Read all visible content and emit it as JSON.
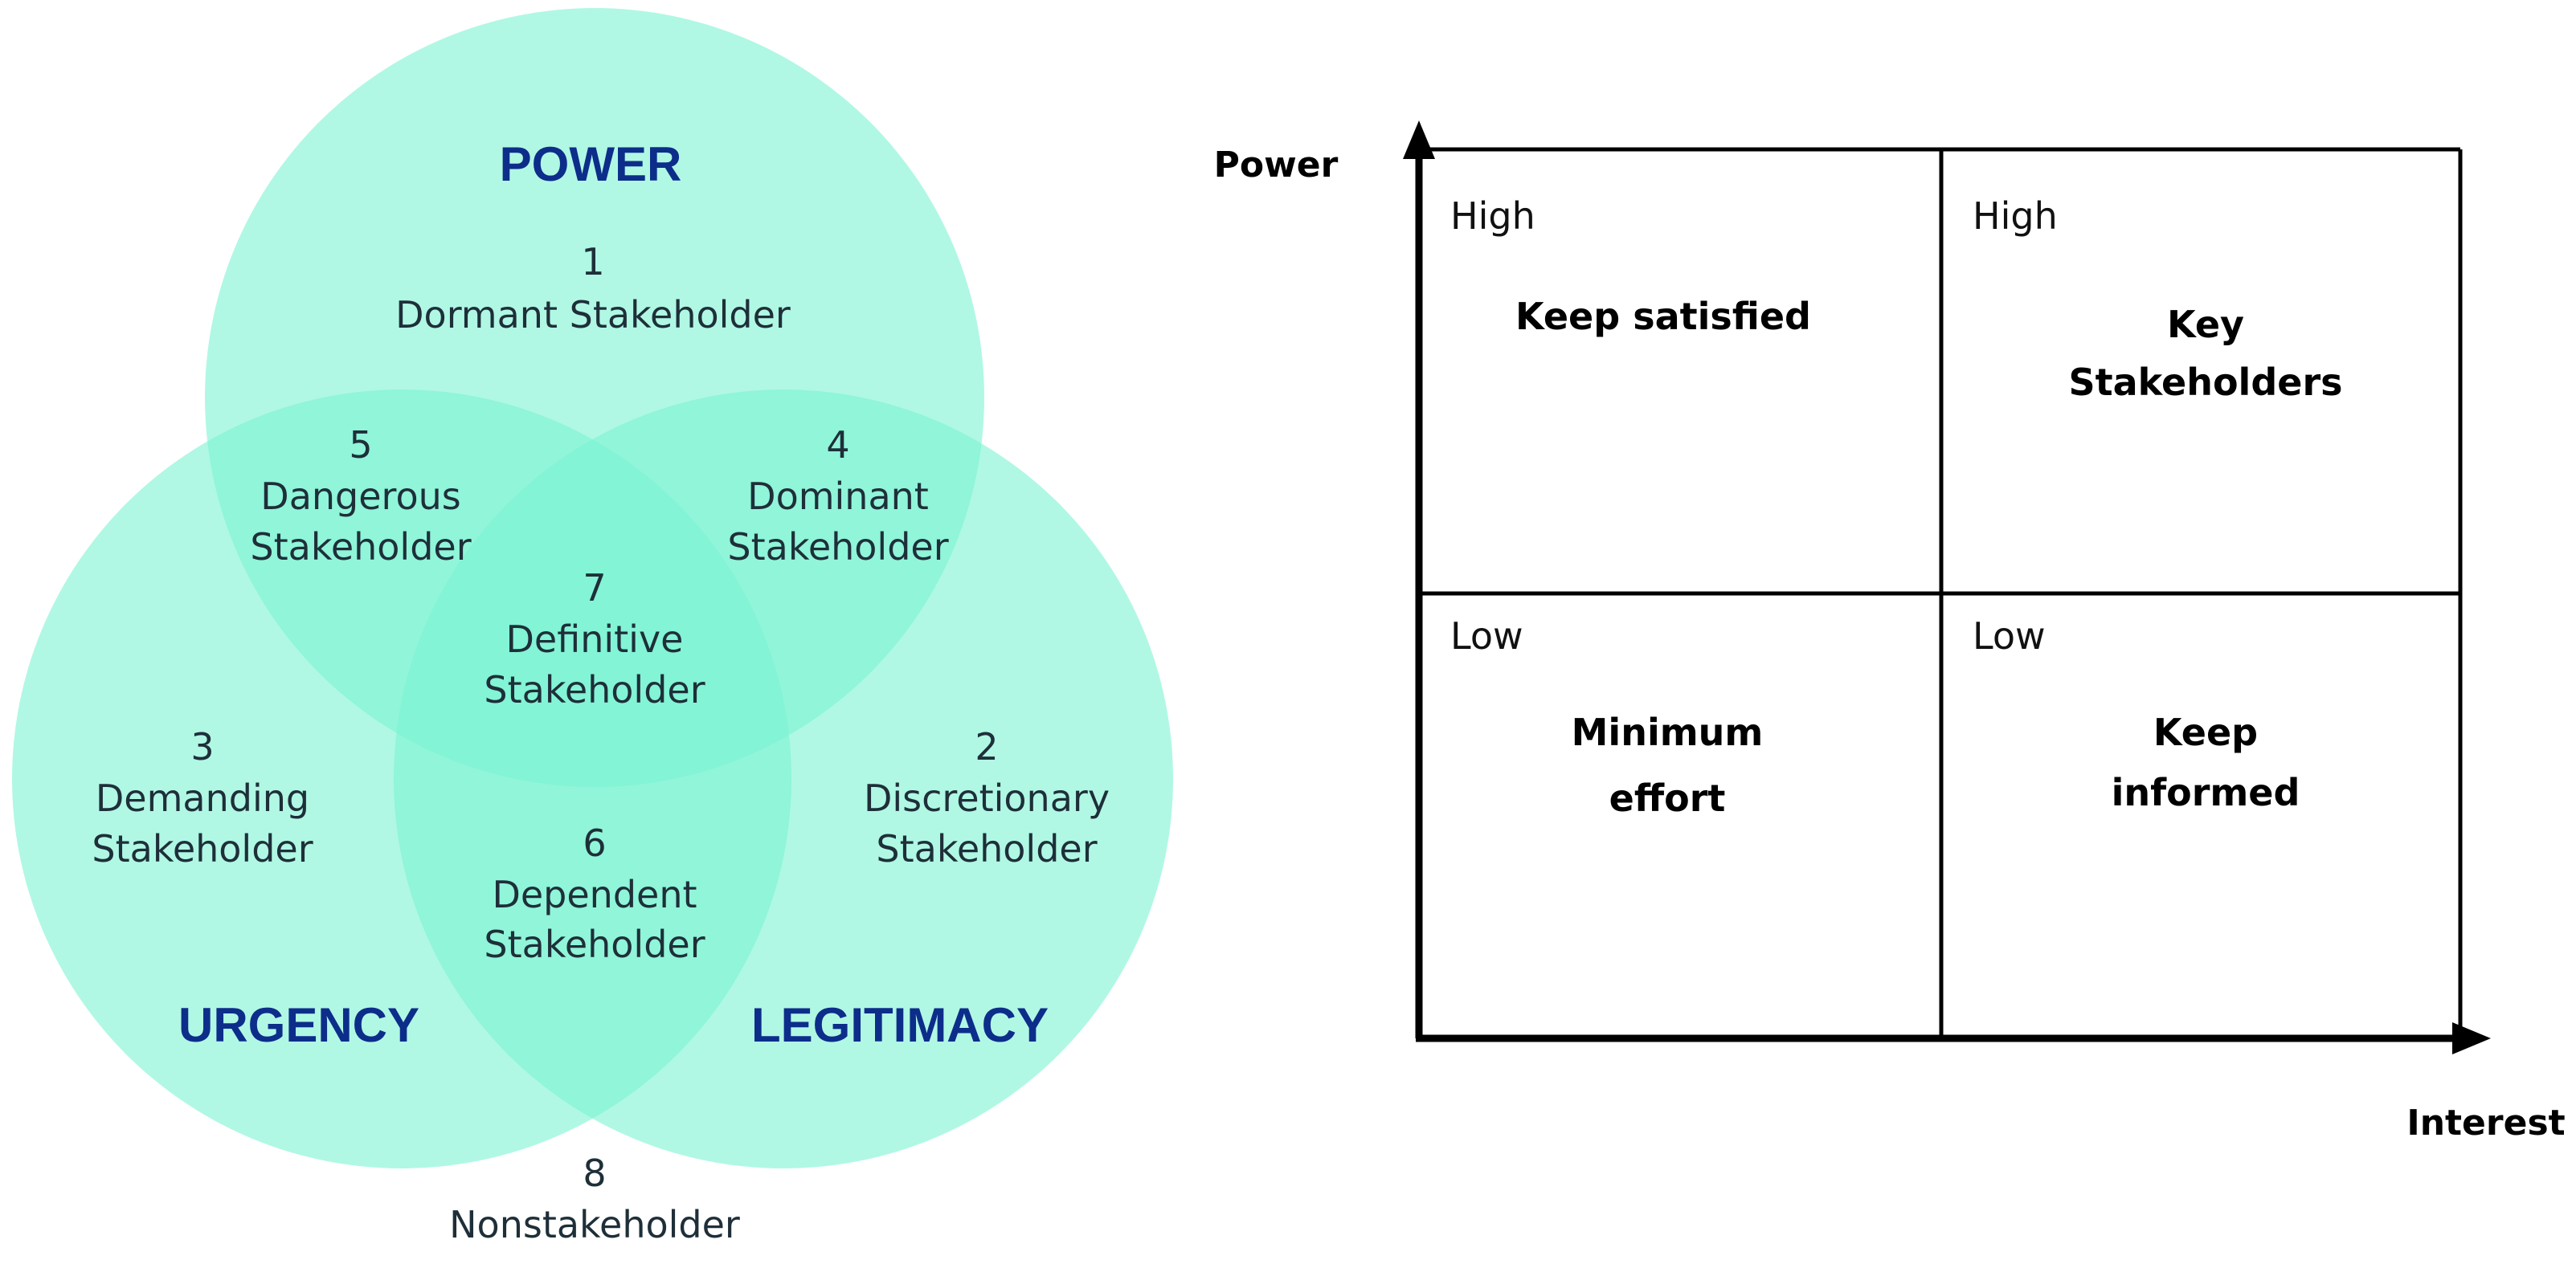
{
  "venn": {
    "colors": {
      "circle_fill": "#7cf3d2",
      "label": "#0d2d8a",
      "text": "#1e2f39"
    },
    "circles": {
      "power": "POWER",
      "urgency": "URGENCY",
      "legitimacy": "LEGITIMACY"
    },
    "regions": [
      {
        "num": "1",
        "lines": [
          "Dormant Stakeholder"
        ]
      },
      {
        "num": "2",
        "lines": [
          "Discretionary",
          "Stakeholder"
        ]
      },
      {
        "num": "3",
        "lines": [
          "Demanding",
          "Stakeholder"
        ]
      },
      {
        "num": "4",
        "lines": [
          "Dominant",
          "Stakeholder"
        ]
      },
      {
        "num": "5",
        "lines": [
          "Dangerous",
          "Stakeholder"
        ]
      },
      {
        "num": "6",
        "lines": [
          "Dependent",
          "Stakeholder"
        ]
      },
      {
        "num": "7",
        "lines": [
          "Definitive",
          "Stakeholder"
        ]
      },
      {
        "num": "8",
        "lines": [
          "Nonstakeholder"
        ]
      }
    ]
  },
  "grid": {
    "y_axis_label": "Power",
    "x_axis_label": "Interest",
    "quadrants": {
      "top_left": {
        "level": "High",
        "lines": [
          "Keep satisfied"
        ]
      },
      "top_right": {
        "level": "High",
        "lines": [
          "Key",
          "Stakeholders"
        ]
      },
      "bottom_left": {
        "level": "Low",
        "lines": [
          "Minimum",
          "effort"
        ]
      },
      "bottom_right": {
        "level": "Low",
        "lines": [
          "Keep",
          "informed"
        ]
      }
    }
  }
}
